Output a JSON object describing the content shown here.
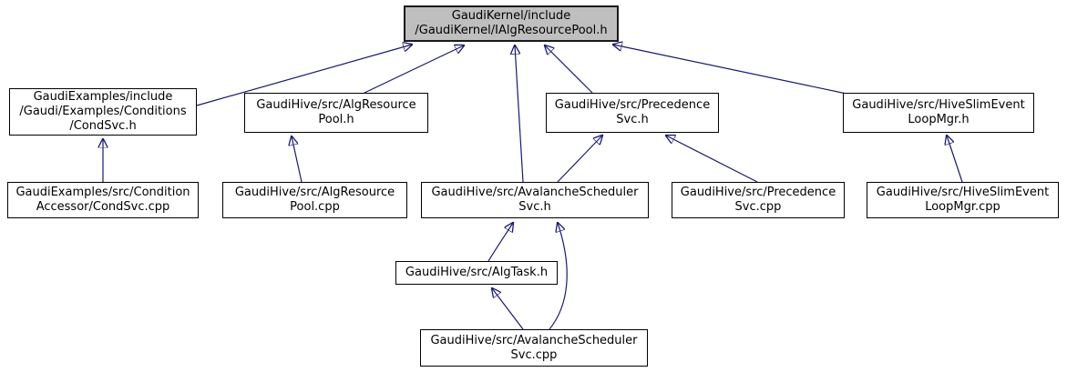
{
  "diagram": {
    "kind": "include-dependency-graph",
    "root_file": "GaudiKernel/include/GaudiKernel/IAlgResourcePool.h",
    "colors": {
      "edge": "#191970",
      "node_border": "#000000",
      "node_fill": "#ffffff",
      "highlight_fill": "#bfbfbf",
      "background": "#ffffff"
    },
    "nodes": [
      {
        "id": "IAlgResourcePool_h",
        "highlighted": true,
        "lines": [
          "GaudiKernel/include",
          "/GaudiKernel/IAlgResourcePool.h"
        ]
      },
      {
        "id": "CondSvc_h",
        "highlighted": false,
        "lines": [
          "GaudiExamples/include",
          "/Gaudi/Examples/Conditions",
          "/CondSvc.h"
        ]
      },
      {
        "id": "AlgResourcePool_h",
        "highlighted": false,
        "lines": [
          "GaudiHive/src/AlgResource",
          "Pool.h"
        ]
      },
      {
        "id": "PrecedenceSvc_h",
        "highlighted": false,
        "lines": [
          "GaudiHive/src/Precedence",
          "Svc.h"
        ]
      },
      {
        "id": "HiveSlimEventLoopMgr_h",
        "highlighted": false,
        "lines": [
          "GaudiHive/src/HiveSlimEvent",
          "LoopMgr.h"
        ]
      },
      {
        "id": "CondSvc_cpp",
        "highlighted": false,
        "lines": [
          "GaudiExamples/src/Condition",
          "Accessor/CondSvc.cpp"
        ]
      },
      {
        "id": "AlgResourcePool_cpp",
        "highlighted": false,
        "lines": [
          "GaudiHive/src/AlgResource",
          "Pool.cpp"
        ]
      },
      {
        "id": "AvalancheSchedulerSvc_h",
        "highlighted": false,
        "lines": [
          "GaudiHive/src/AvalancheScheduler",
          "Svc.h"
        ]
      },
      {
        "id": "PrecedenceSvc_cpp",
        "highlighted": false,
        "lines": [
          "GaudiHive/src/Precedence",
          "Svc.cpp"
        ]
      },
      {
        "id": "HiveSlimEventLoopMgr_cpp",
        "highlighted": false,
        "lines": [
          "GaudiHive/src/HiveSlimEvent",
          "LoopMgr.cpp"
        ]
      },
      {
        "id": "AlgTask_h",
        "highlighted": false,
        "lines": [
          "GaudiHive/src/AlgTask.h"
        ]
      },
      {
        "id": "AvalancheSchedulerSvc_cpp",
        "highlighted": false,
        "lines": [
          "GaudiHive/src/AvalancheScheduler",
          "Svc.cpp"
        ]
      }
    ],
    "edges": [
      {
        "from": "CondSvc_h",
        "to": "IAlgResourcePool_h"
      },
      {
        "from": "AlgResourcePool_h",
        "to": "IAlgResourcePool_h"
      },
      {
        "from": "AvalancheSchedulerSvc_h",
        "to": "IAlgResourcePool_h"
      },
      {
        "from": "PrecedenceSvc_h",
        "to": "IAlgResourcePool_h"
      },
      {
        "from": "HiveSlimEventLoopMgr_h",
        "to": "IAlgResourcePool_h"
      },
      {
        "from": "CondSvc_cpp",
        "to": "CondSvc_h"
      },
      {
        "from": "AlgResourcePool_cpp",
        "to": "AlgResourcePool_h"
      },
      {
        "from": "AvalancheSchedulerSvc_h",
        "to": "PrecedenceSvc_h"
      },
      {
        "from": "PrecedenceSvc_cpp",
        "to": "PrecedenceSvc_h"
      },
      {
        "from": "HiveSlimEventLoopMgr_cpp",
        "to": "HiveSlimEventLoopMgr_h"
      },
      {
        "from": "AlgTask_h",
        "to": "AvalancheSchedulerSvc_h"
      },
      {
        "from": "AvalancheSchedulerSvc_cpp",
        "to": "AlgTask_h"
      },
      {
        "from": "AvalancheSchedulerSvc_cpp",
        "to": "AvalancheSchedulerSvc_h"
      }
    ]
  }
}
